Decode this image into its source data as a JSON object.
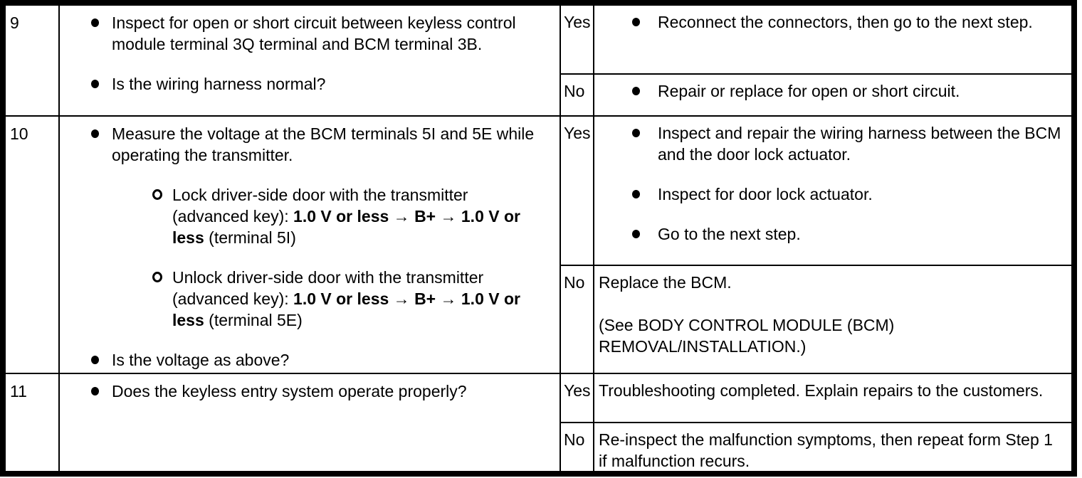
{
  "page": {
    "background_color": "#ffffff",
    "text_color": "#000000",
    "border_color": "#000000"
  },
  "troubleshooting_table": {
    "rows": [
      {
        "step": "9",
        "inspection_items": [
          {
            "level": 1,
            "segments": [
              {
                "t": "Inspect for open or short circuit between keyless control module terminal 3Q terminal and BCM terminal 3B."
              }
            ]
          },
          {
            "level": 1,
            "segments": [
              {
                "t": "Is the wiring harness normal?"
              }
            ]
          }
        ],
        "results": [
          {
            "label": "Yes",
            "actions": [
              {
                "bulleted": true,
                "segments": [
                  {
                    "t": "Reconnect the connectors, then go to the next step."
                  }
                ]
              }
            ]
          },
          {
            "label": "No",
            "actions": [
              {
                "bulleted": true,
                "segments": [
                  {
                    "t": "Repair or replace for open or short circuit."
                  }
                ]
              }
            ]
          }
        ]
      },
      {
        "step": "10",
        "inspection_items": [
          {
            "level": 1,
            "segments": [
              {
                "t": "Measure the voltage at the BCM terminals 5I and 5E while operating the transmitter."
              }
            ]
          },
          {
            "level": 2,
            "segments": [
              {
                "t": "Lock driver-side door with the transmitter (advanced key): "
              },
              {
                "t": "1.0 V or less",
                "b": true
              },
              {
                "t": " → "
              },
              {
                "t": "B+",
                "b": true
              },
              {
                "t": " → "
              },
              {
                "t": "1.0 V or less",
                "b": true
              },
              {
                "t": " (terminal 5I)"
              }
            ]
          },
          {
            "level": 2,
            "segments": [
              {
                "t": "Unlock driver-side door with the transmitter (advanced key): "
              },
              {
                "t": "1.0 V or less",
                "b": true
              },
              {
                "t": " → "
              },
              {
                "t": "B+",
                "b": true
              },
              {
                "t": " → "
              },
              {
                "t": "1.0 V or less",
                "b": true
              },
              {
                "t": " (terminal 5E)"
              }
            ]
          },
          {
            "level": 1,
            "segments": [
              {
                "t": "Is the voltage as above?"
              }
            ]
          }
        ],
        "results": [
          {
            "label": "Yes",
            "actions": [
              {
                "bulleted": true,
                "segments": [
                  {
                    "t": "Inspect and repair the wiring harness between the BCM and the door lock actuator."
                  }
                ]
              },
              {
                "bulleted": true,
                "segments": [
                  {
                    "t": "Inspect for door lock actuator."
                  }
                ]
              },
              {
                "bulleted": true,
                "segments": [
                  {
                    "t": "Go to the next step."
                  }
                ]
              }
            ]
          },
          {
            "label": "No",
            "actions": [
              {
                "bulleted": false,
                "segments": [
                  {
                    "t": "Replace the BCM."
                  }
                ]
              },
              {
                "bulleted": false,
                "segments": [
                  {
                    "t": "(See BODY CONTROL MODULE (BCM) REMOVAL/INSTALLATION.)"
                  }
                ]
              }
            ]
          }
        ]
      },
      {
        "step": "11",
        "inspection_items": [
          {
            "level": 1,
            "segments": [
              {
                "t": "Does the keyless entry system operate properly?"
              }
            ]
          }
        ],
        "results": [
          {
            "label": "Yes",
            "actions": [
              {
                "bulleted": false,
                "segments": [
                  {
                    "t": "Troubleshooting completed. Explain repairs to the customers."
                  }
                ]
              }
            ]
          },
          {
            "label": "No",
            "actions": [
              {
                "bulleted": false,
                "segments": [
                  {
                    "t": "Re-inspect the malfunction symptoms, then repeat form Step 1 if malfunction recurs."
                  }
                ]
              }
            ]
          }
        ]
      }
    ]
  }
}
